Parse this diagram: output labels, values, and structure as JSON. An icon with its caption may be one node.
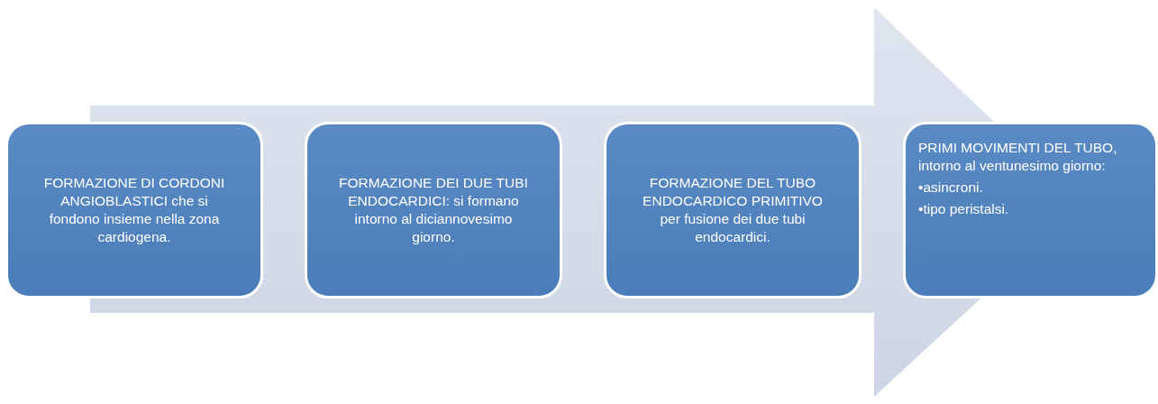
{
  "diagram": {
    "nodes": [
      {
        "text": [
          "FORMAZIONE DI CORDONI ANGIOBLASTICI che si fondono insieme nella zona cardiogena."
        ]
      },
      {
        "text": [
          "FORMAZIONE DEI DUE TUBI ENDOCARDICI: si formano intorno al diciannovesimo giorno."
        ]
      },
      {
        "text": [
          "FORMAZIONE DEL TUBO ENDOCARDICO PRIMITIVO per fusione dei due tubi endocardici."
        ]
      },
      {
        "text": [
          "PRIMI MOVIMENTI DEL TUBO, intorno al ventunesimo giorno:",
          "•asincroni.",
          "•tipo peristalsi."
        ]
      }
    ],
    "edges": [
      {
        "from": 0,
        "to": 3,
        "arrow": "to"
      }
    ]
  }
}
